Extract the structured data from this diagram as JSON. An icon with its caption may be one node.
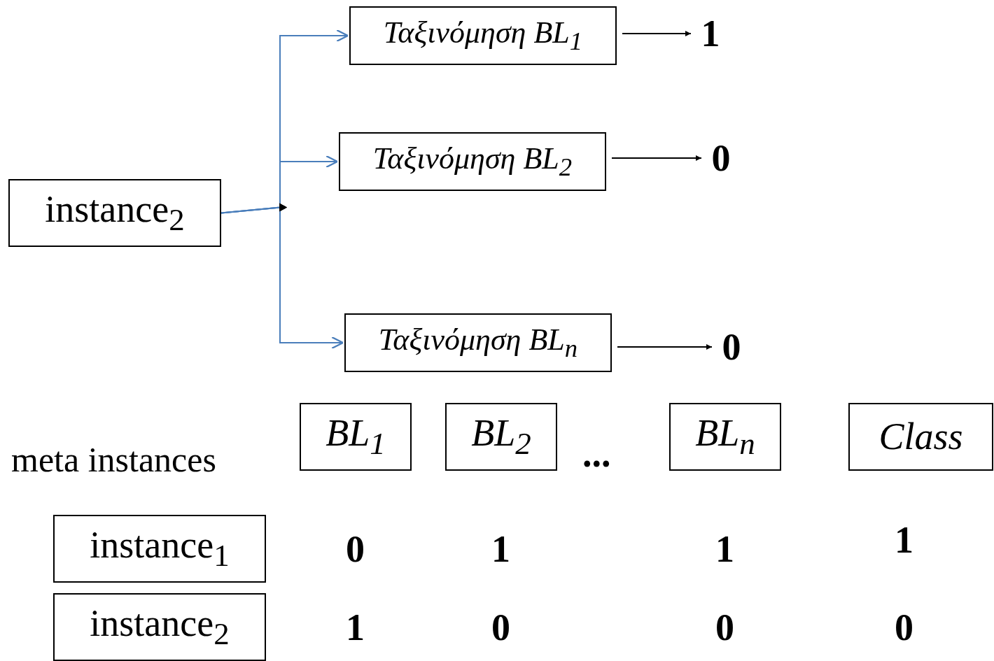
{
  "diagram": {
    "nodes": [
      {
        "text": [
          "instance$_{2}$"
        ]
      },
      {
        "text": [
          "Ταξινόμηση BL$_{1}$"
        ]
      },
      {
        "text": [
          "Ταξινόμηση BL$_{2}$"
        ]
      },
      {
        "text": [
          "Ταξινόμηση BL$_{n}$"
        ]
      },
      {
        "text": [
          "1"
        ]
      },
      {
        "text": [
          "0"
        ]
      },
      {
        "text": [
          "0"
        ]
      },
      {
        "text": [
          "BL$_{1}$"
        ]
      },
      {
        "text": [
          "BL$_{2}$"
        ]
      },
      {
        "text": [
          "BL$_{n}$"
        ]
      },
      {
        "text": [
          "Class"
        ]
      },
      {
        "text": [
          "instance$_{1}$"
        ]
      },
      {
        "text": [
          "instance$_{2}$"
        ]
      }
    ],
    "edges": [
      {
        "from": 0,
        "to": 1,
        "arrow": "to",
        "color": "#4a7ebb"
      },
      {
        "from": 0,
        "to": 2,
        "arrow": "to",
        "color": "#4a7ebb"
      },
      {
        "from": 0,
        "to": 3,
        "arrow": "to",
        "color": "#4a7ebb"
      },
      {
        "from": 1,
        "to": 4,
        "arrow": "to",
        "color": "#000000"
      },
      {
        "from": 2,
        "to": 5,
        "arrow": "to",
        "color": "#000000"
      },
      {
        "from": 3,
        "to": 6,
        "arrow": "to",
        "color": "#000000"
      }
    ],
    "labels": [
      "meta instances",
      "...",
      "0",
      "1",
      "1",
      "1",
      "1",
      "0",
      "0",
      "0"
    ]
  }
}
